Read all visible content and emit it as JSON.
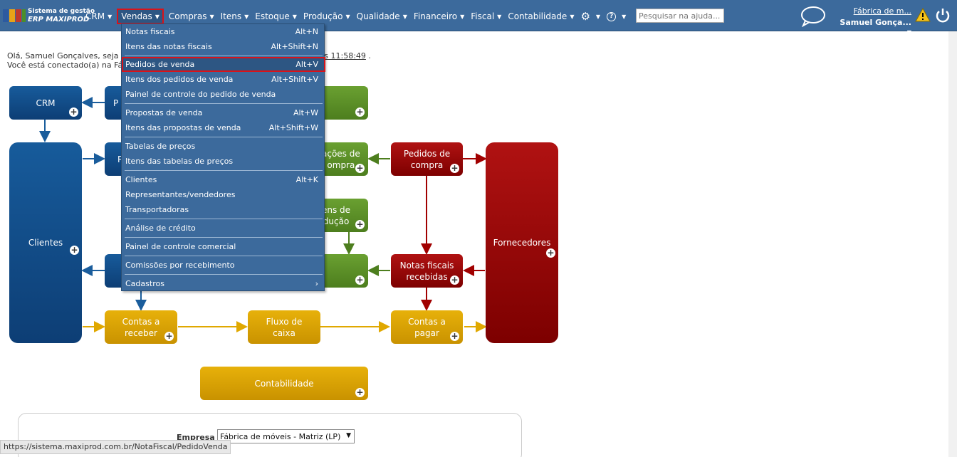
{
  "brand": {
    "line1": "Sistema de gestão",
    "line2": "ERP MAXIPROD"
  },
  "menu": {
    "items": [
      {
        "label": "CRM"
      },
      {
        "label": "Vendas"
      },
      {
        "label": "Compras"
      },
      {
        "label": "Itens"
      },
      {
        "label": "Estoque"
      },
      {
        "label": "Produção"
      },
      {
        "label": "Qualidade"
      },
      {
        "label": "Financeiro"
      },
      {
        "label": "Fiscal"
      },
      {
        "label": "Contabilidade"
      }
    ],
    "active": "Vendas"
  },
  "search": {
    "placeholder": "Pesquisar na ajuda..."
  },
  "user": {
    "company": "Fábrica de m...",
    "name": "Samuel Gonça..."
  },
  "welcome": {
    "line1_prefix": "Olá, Samuel Gonçalves, seja",
    "time": "às 11:58:49",
    "line1_suffix": ".",
    "line2": "Você está conectado(a) na Fá"
  },
  "dropdown": {
    "items": [
      {
        "label": "Notas fiscais",
        "shortcut": "Alt+N"
      },
      {
        "label": "Itens das notas fiscais",
        "shortcut": "Alt+Shift+N"
      },
      {
        "label": "Pedidos de venda",
        "shortcut": "Alt+V"
      },
      {
        "label": "Itens dos pedidos de venda",
        "shortcut": "Alt+Shift+V"
      },
      {
        "label": "Painel de controle do pedido de venda",
        "shortcut": ""
      },
      {
        "label": "Propostas de venda",
        "shortcut": "Alt+W"
      },
      {
        "label": "Itens das propostas de venda",
        "shortcut": "Alt+Shift+W"
      },
      {
        "label": "Tabelas de preços",
        "shortcut": ""
      },
      {
        "label": "Itens das tabelas de preços",
        "shortcut": ""
      },
      {
        "label": "Clientes",
        "shortcut": "Alt+K"
      },
      {
        "label": "Representantes/vendedores",
        "shortcut": ""
      },
      {
        "label": "Transportadoras",
        "shortcut": ""
      },
      {
        "label": "Análise de crédito",
        "shortcut": ""
      },
      {
        "label": "Painel de controle comercial",
        "shortcut": ""
      },
      {
        "label": "Comissões por recebimento",
        "shortcut": ""
      },
      {
        "label": "Cadastros",
        "shortcut": "›"
      }
    ],
    "highlighted": "Pedidos de venda"
  },
  "diagram": {
    "crm": "CRM",
    "clientes": "Clientes",
    "p_top": "P",
    "p_mid": "P",
    "cotacoes": "ações de\nompra",
    "ordens": "ens de\ndução",
    "pedidos_compra": "Pedidos de\ncompra",
    "notas_recebidas": "Notas fiscais\nrecebidas",
    "fornecedores": "Fornecedores",
    "contas_receber": "Contas a\nreceber",
    "fluxo_caixa": "Fluxo de\ncaixa",
    "contas_pagar": "Contas a\npagar",
    "contabilidade": "Contabilidade"
  },
  "form": {
    "empresa_label": "Empresa",
    "empresa_value": "Fábrica de móveis - Matriz (LP)"
  },
  "statusbar": {
    "url": "https://sistema.maxiprod.com.br/NotaFiscal/PedidoVenda"
  },
  "colors": {
    "topbar": "#3c6a9c",
    "highlight": "#d8131a",
    "blue": "#0d3e75",
    "green": "#5a8c26",
    "red": "#9a0606",
    "gold": "#d9a300"
  }
}
